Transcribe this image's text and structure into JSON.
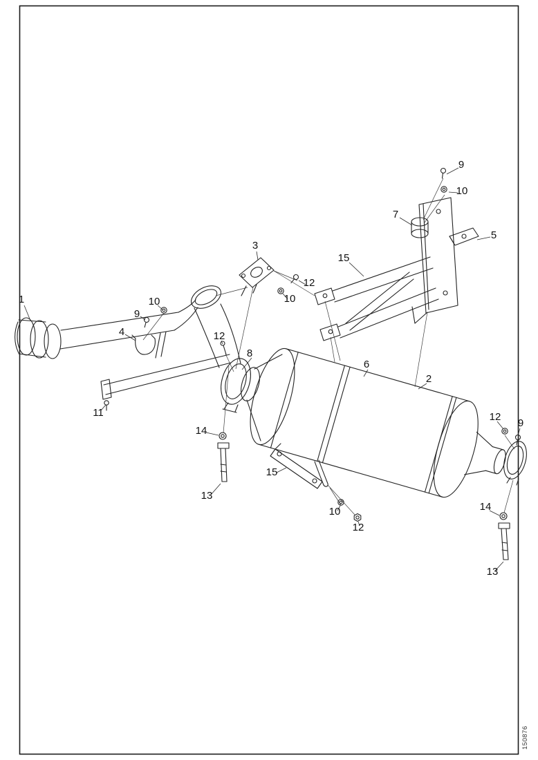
{
  "page": {
    "background": "#ffffff",
    "border_color": "#1a1a1a",
    "line_color": "#222222"
  },
  "figure": {
    "type": "exploded-parts-diagram",
    "subject": "exhaust-muffler-assembly",
    "drawing_number": "150876"
  },
  "callouts": [
    {
      "id": "c01",
      "label": "9"
    },
    {
      "id": "c02",
      "label": "10"
    },
    {
      "id": "c03",
      "label": "7"
    },
    {
      "id": "c04",
      "label": "5"
    },
    {
      "id": "c05",
      "label": "3"
    },
    {
      "id": "c06",
      "label": "15"
    },
    {
      "id": "c07",
      "label": "12"
    },
    {
      "id": "c08",
      "label": "10"
    },
    {
      "id": "c09",
      "label": "1"
    },
    {
      "id": "c10",
      "label": "10"
    },
    {
      "id": "c11",
      "label": "9"
    },
    {
      "id": "c12",
      "label": "4"
    },
    {
      "id": "c13",
      "label": "12"
    },
    {
      "id": "c14",
      "label": "8"
    },
    {
      "id": "c15",
      "label": "6"
    },
    {
      "id": "c16",
      "label": "2"
    },
    {
      "id": "c17",
      "label": "11"
    },
    {
      "id": "c18",
      "label": "14"
    },
    {
      "id": "c19",
      "label": "12"
    },
    {
      "id": "c20",
      "label": "9"
    },
    {
      "id": "c21",
      "label": "15"
    },
    {
      "id": "c22",
      "label": "13"
    },
    {
      "id": "c23",
      "label": "10"
    },
    {
      "id": "c24",
      "label": "12"
    },
    {
      "id": "c25",
      "label": "14"
    },
    {
      "id": "c26",
      "label": "13"
    }
  ]
}
